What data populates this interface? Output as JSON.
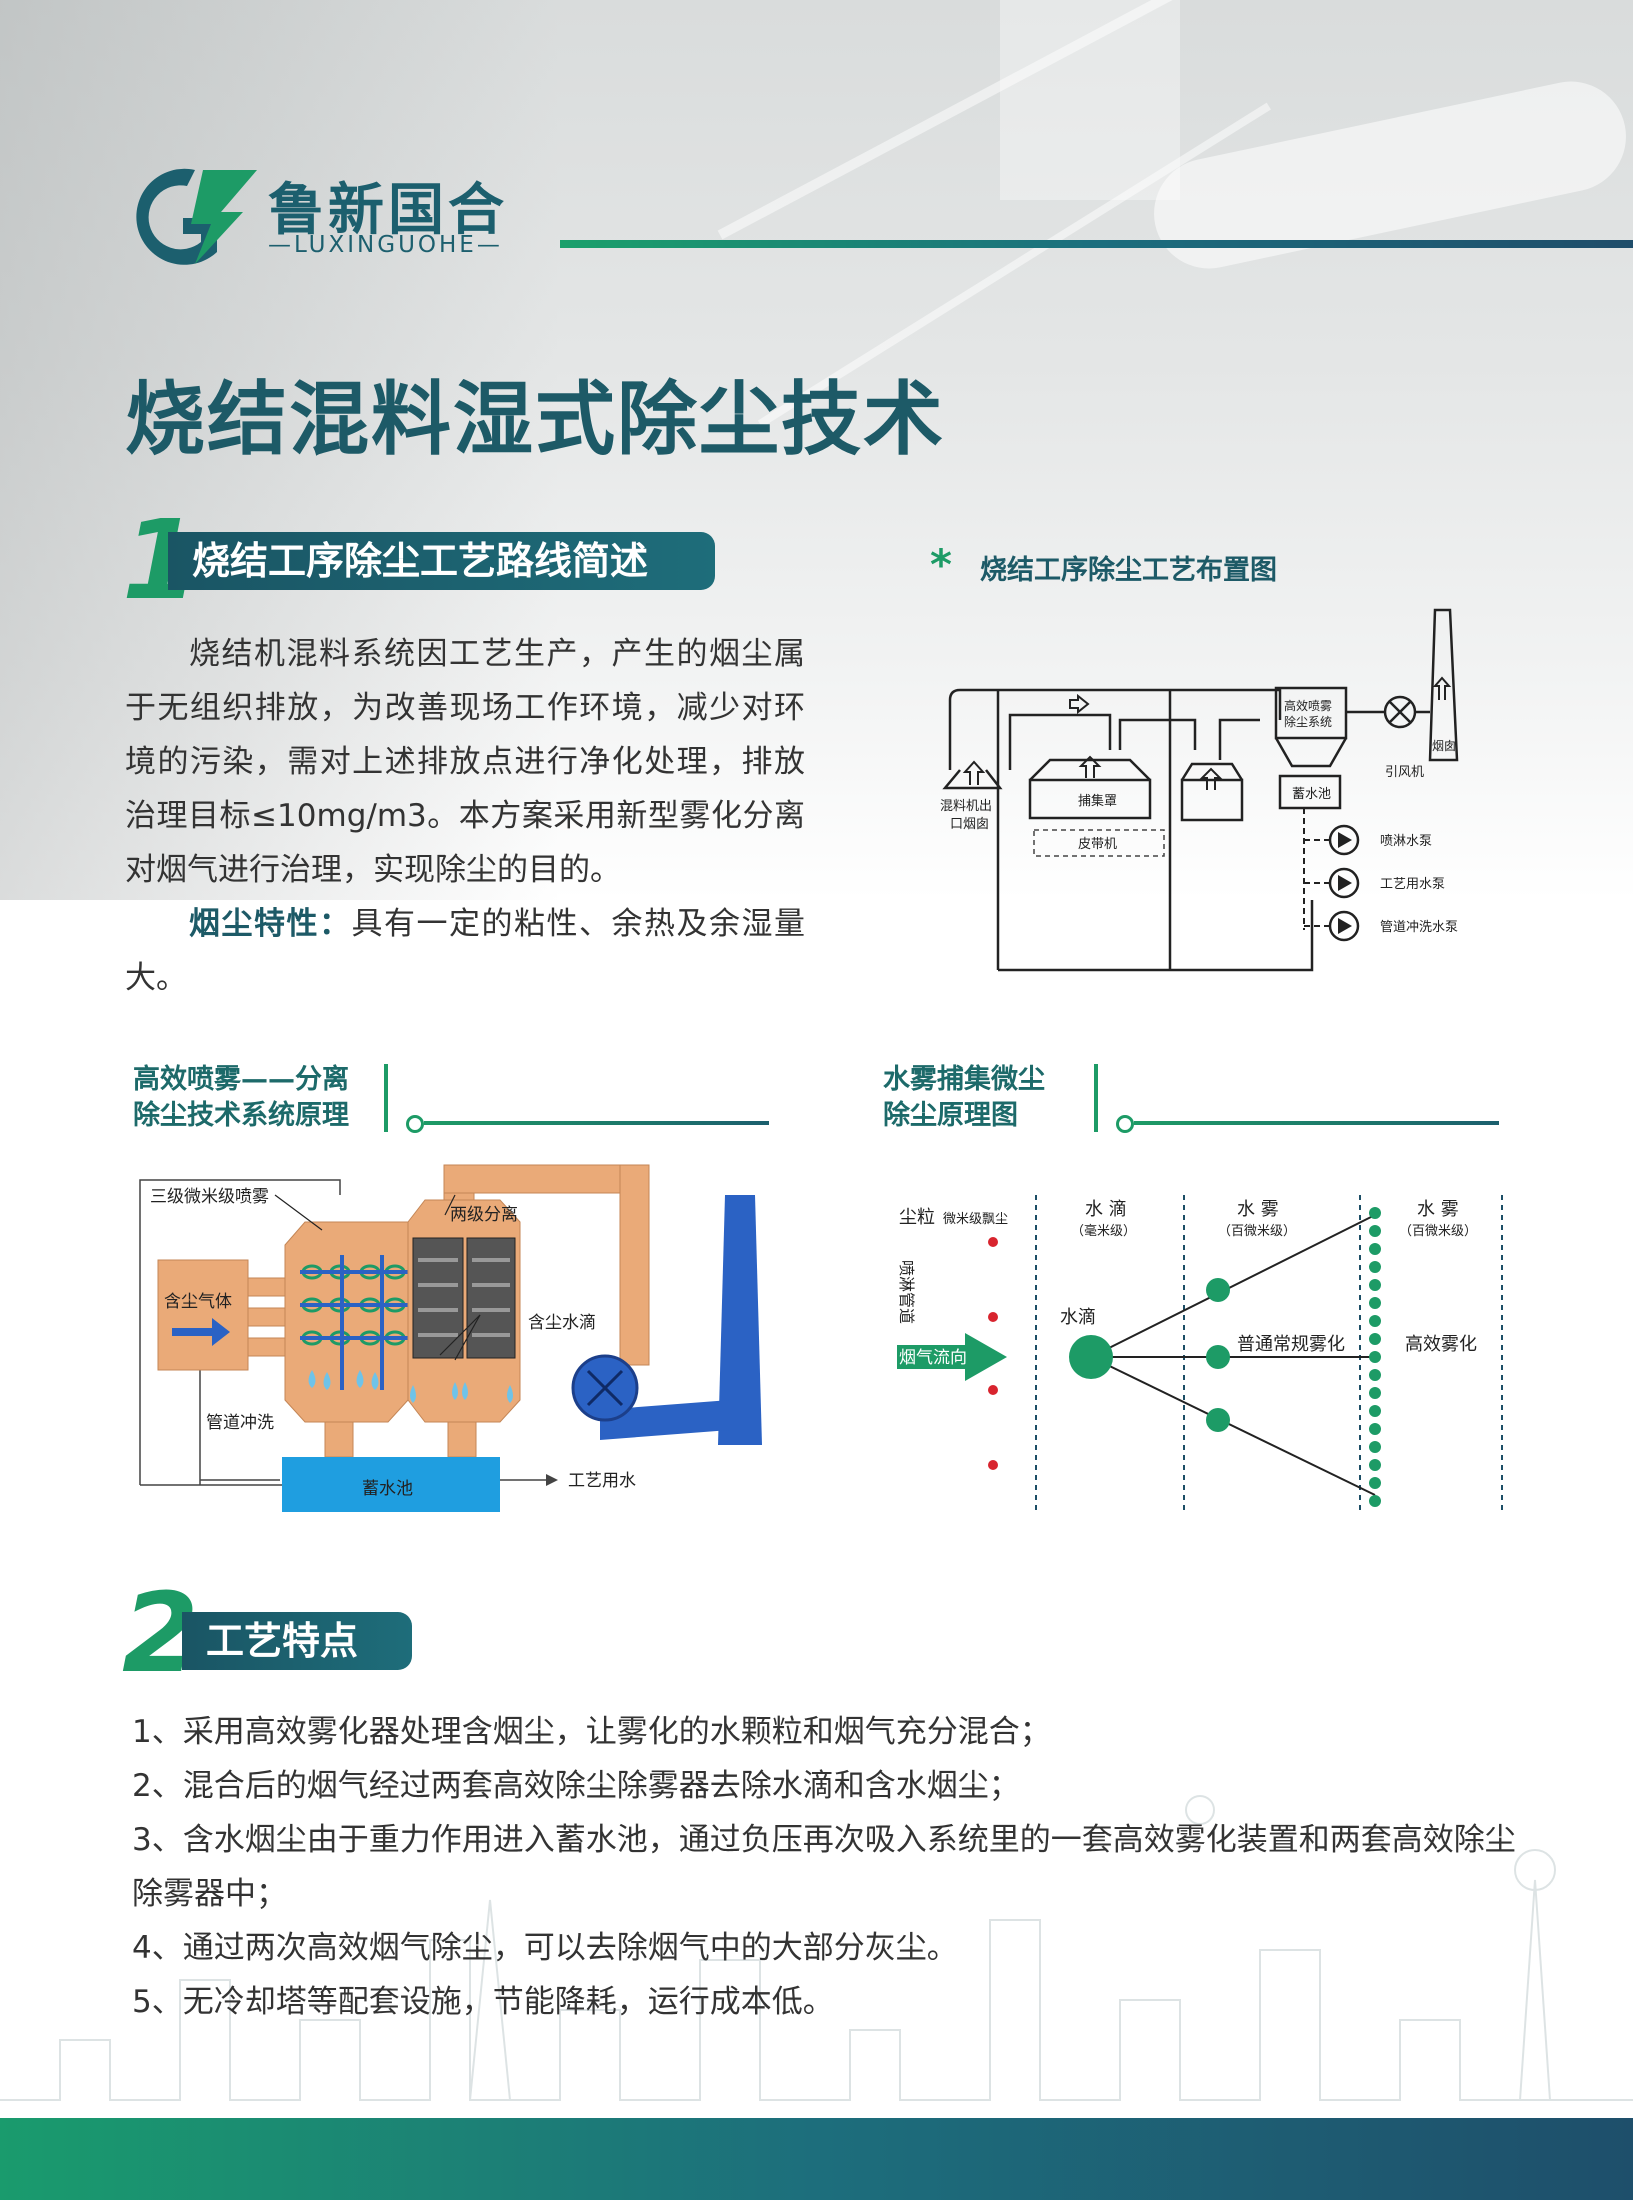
{
  "brand": {
    "name_cn": "鲁新国合",
    "name_en": "—LUXINGUOHE—"
  },
  "title": "烧结混料湿式除尘技术",
  "section1": {
    "number": "1",
    "heading": "烧结工序除尘工艺路线简述",
    "paragraph1": "烧结机混料系统因工艺生产，产生的烟尘属于无组织排放，为改善现场工作环境，减少对环境的污染，需对上述排放点进行净化处理，排放治理目标≤10mg/m3。本方案采用新型雾化分离对烟气进行治理，实现除尘的目的。",
    "feature_label": "烟尘特性：",
    "feature_text": "具有一定的粘性、余热及余湿量大。"
  },
  "layout_figure": {
    "star": "*",
    "title": "烧结工序除尘工艺布置图",
    "labels": {
      "hood": "混料机出",
      "hood2": "口烟囱",
      "capture": "捕集罩",
      "belt": "皮带机",
      "system1": "高效喷雾",
      "system2": "除尘系统",
      "pool": "蓄水池",
      "fan": "引风机",
      "chimney": "烟囱",
      "pump1": "喷淋水泵",
      "pump2": "工艺用水泵",
      "pump3": "管道冲洗水泵"
    }
  },
  "principle": {
    "heading_line1": "高效喷雾——分离",
    "heading_line2": "除尘技术系统原理",
    "labels": {
      "spray": "三级微米级喷雾",
      "separate": "两级分离",
      "inlet": "含尘气体",
      "water": "含尘水滴",
      "flush": "管道冲洗",
      "pool": "蓄水池",
      "process": "工艺用水"
    }
  },
  "mist": {
    "heading_line1": "水雾捕集微尘",
    "heading_line2": "除尘原理图",
    "labels": {
      "dust": "尘粒",
      "dust_sub": "微米级飘尘",
      "drop": "水 滴",
      "drop_sub": "（毫米级）",
      "mist1": "水 雾",
      "mist1_sub": "（百微米级）",
      "mist2": "水 雾",
      "mist2_sub": "（百微米级）",
      "pipe": "喷淋管道",
      "flow": "烟气流向",
      "droplet": "水滴",
      "normal": "普通常规雾化",
      "efficient": "高效雾化"
    }
  },
  "section2": {
    "number": "2",
    "heading": "工艺特点",
    "items": [
      "1、采用高效雾化器处理含烟尘，让雾化的水颗粒和烟气充分混合；",
      "2、混合后的烟气经过两套高效除尘除雾器去除水滴和含水烟尘；",
      "3、含水烟尘由于重力作用进入蓄水池，通过负压再次吸入系统里的一套高效雾化装置和两套高效除尘除雾器中；",
      "4、通过两次高效烟气除尘，可以去除烟气中的大部分灰尘。",
      "5、无冷却塔等配套设施，节能降耗，运行成本低。"
    ]
  },
  "colors": {
    "primary": "#1d5a67",
    "accent": "#1d9b66",
    "orange": "#eaaa78",
    "blue": "#2b62c4",
    "red": "#d8242e"
  }
}
